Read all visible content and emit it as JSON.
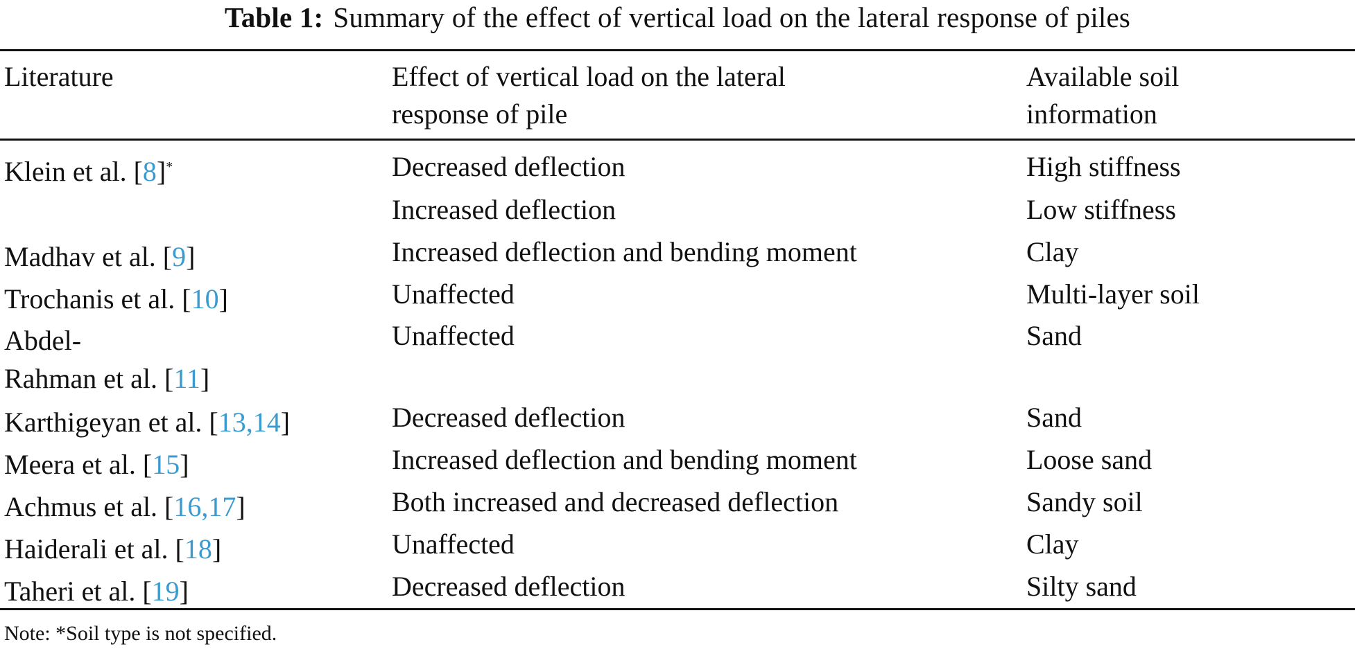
{
  "table": {
    "label": "Table 1:",
    "caption": "Summary of the effect of vertical load on the lateral response of piles",
    "headers": [
      [
        "Literature"
      ],
      [
        "Effect of vertical load on the lateral",
        "response of pile"
      ],
      [
        "Available soil",
        "information"
      ]
    ],
    "rows": [
      {
        "author": "Klein et al. [",
        "cite": "8",
        "close": "]",
        "mark": "*",
        "effect": "Decreased deflection",
        "soil": "High stiffness"
      },
      {
        "author": "",
        "cite": "",
        "close": "",
        "mark": "",
        "effect": "Increased deflection",
        "soil": "Low stiffness"
      },
      {
        "author": "Madhav et al. [",
        "cite": "9",
        "close": "]",
        "mark": "",
        "effect": "Increased deflection and bending moment",
        "soil": "Clay"
      },
      {
        "author": "Trochanis et al. [",
        "cite": "10",
        "close": "]",
        "mark": "",
        "effect": "Unaffected",
        "soil": "Multi-layer soil"
      },
      {
        "author": "Abdel-",
        "cite": "",
        "close": "",
        "mark": "",
        "effect": "Unaffected",
        "soil": "Sand"
      },
      {
        "author": "Rahman et al. [",
        "cite": "11",
        "close": "]",
        "mark": "",
        "effect": "",
        "soil": ""
      },
      {
        "author": "Karthigeyan et al. [",
        "cite": "13,14",
        "close": "]",
        "mark": "",
        "effect": "Decreased deflection",
        "soil": "Sand"
      },
      {
        "author": "Meera et al. [",
        "cite": "15",
        "close": "]",
        "mark": "",
        "effect": "Increased deflection and bending moment",
        "soil": "Loose sand"
      },
      {
        "author": "Achmus et al. [",
        "cite": "16,17",
        "close": "]",
        "mark": "",
        "effect": "Both increased and decreased deflection",
        "soil": "Sandy soil"
      },
      {
        "author": "Haiderali et al. [",
        "cite": "18",
        "close": "]",
        "mark": "",
        "effect": "Unaffected",
        "soil": "Clay"
      },
      {
        "author": "Taheri et al. [",
        "cite": "19",
        "close": "]",
        "mark": "",
        "effect": "Decreased deflection",
        "soil": "Silty sand"
      }
    ],
    "note": "Note: *Soil type is not specified."
  },
  "colors": {
    "citation": "#3a9bd0",
    "text": "#111111"
  }
}
